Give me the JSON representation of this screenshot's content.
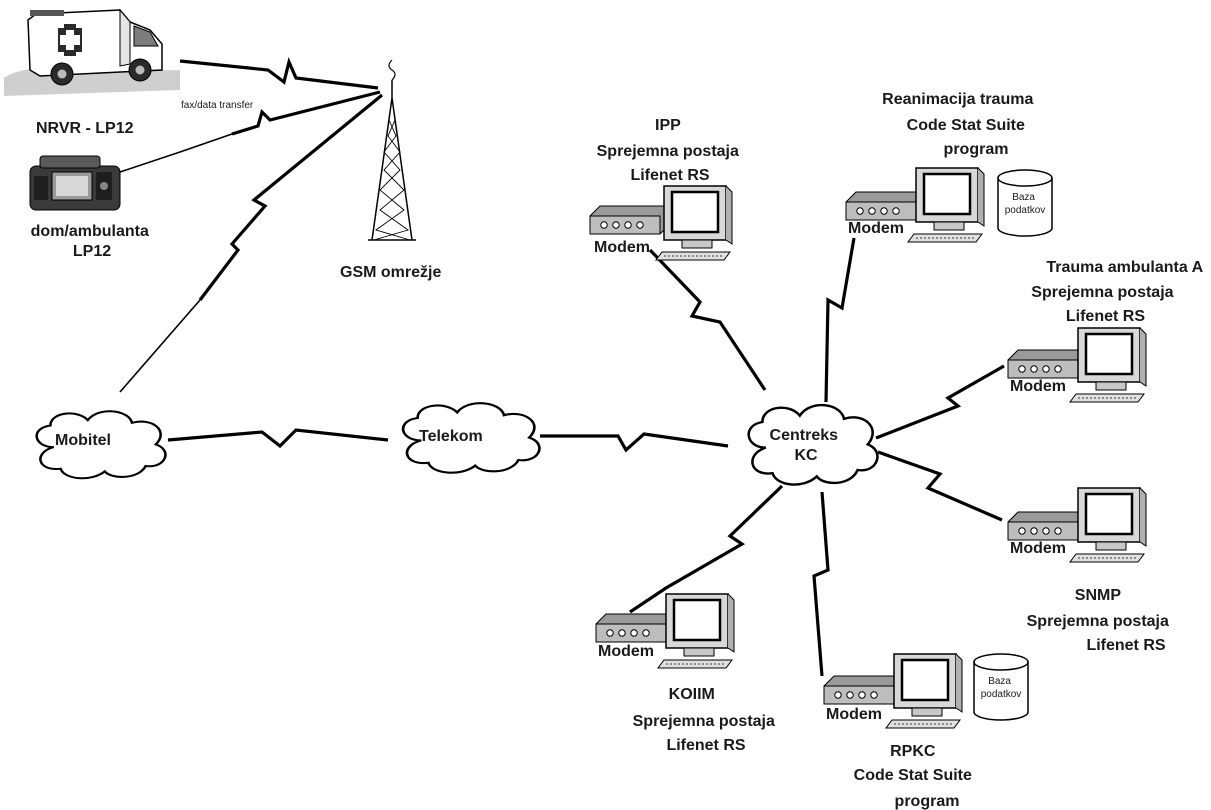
{
  "nodes": {
    "ambulance": "NRVR - LP12",
    "device": [
      "dom/ambulanta",
      "LP12"
    ],
    "fax_transfer": "fax/data transfer",
    "gsm": "GSM omrežje",
    "mobitel": "Mobitel",
    "telekom": "Telekom",
    "centreks": [
      "Centreks",
      "KC"
    ]
  },
  "stations": {
    "ipp": {
      "title": [
        "IPP",
        "Sprejemna postaja",
        "Lifenet RS"
      ],
      "modem": "Modem"
    },
    "reanimacija": {
      "title": [
        "Reanimacija trauma",
        "Code Stat Suite",
        "program"
      ],
      "modem": "Modem",
      "db": [
        "Baza",
        "podatkov"
      ]
    },
    "trauma_a": {
      "title": [
        "Trauma ambulanta A",
        "Sprejemna postaja",
        "Lifenet RS"
      ],
      "modem": "Modem"
    },
    "snmp": {
      "title": [
        "SNMP",
        "Sprejemna postaja",
        "Lifenet RS"
      ],
      "modem": "Modem"
    },
    "koiim": {
      "title": [
        "KOIIM",
        "Sprejemna postaja",
        "Lifenet RS"
      ],
      "modem": "Modem"
    },
    "rpkc": {
      "title": [
        "RPKC",
        "Code Stat Suite",
        "program"
      ],
      "modem": "Modem",
      "db": [
        "Baza",
        "podatkov"
      ]
    }
  }
}
